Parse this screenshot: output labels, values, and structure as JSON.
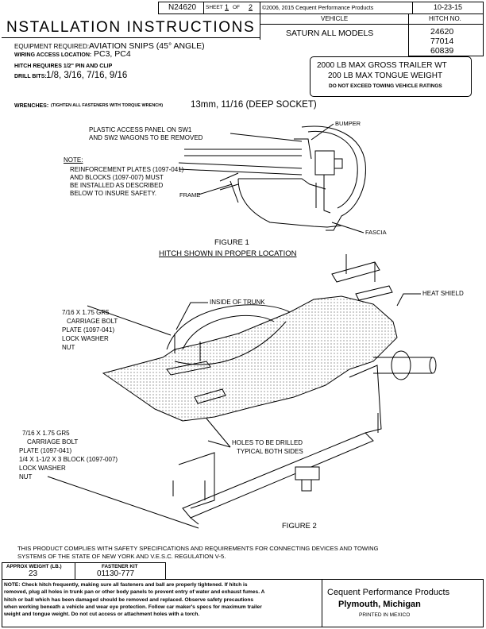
{
  "header": {
    "doc_number": "N24620",
    "sheet_label": "SHEET",
    "sheet_current": "1",
    "sheet_of_label": "OF",
    "sheet_total": "2",
    "copyright": "©2006, 2015 Cequent Performance Products",
    "date": "10-23-15",
    "title": "NSTALLATION INSTRUCTIONS",
    "vehicle_header": "VEHICLE",
    "hitch_header": "HITCH NO.",
    "vehicle": "SATURN ALL MODELS",
    "hitch_numbers": [
      "24620",
      "77014",
      "60839"
    ]
  },
  "requirements": {
    "equipment_label": "EQUIPMENT REQUIRED:",
    "equipment_value": "AVIATION SNIPS (45° ANGLE)",
    "wiring_label": "WIRING ACCESS LOCATION:",
    "wiring_value": "PC3, PC4",
    "pin_clip": "HITCH REQUIRES 1/2\" PIN AND CLIP",
    "drill_label": "DRILL BITS:",
    "drill_value": "1/8, 3/16, 7/16, 9/16",
    "wrenches_label": "WRENCHES:",
    "wrenches_note": "(TIGHTEN ALL FASTENERS WITH TORQUE WRENCH)",
    "wrenches_value": "13mm, 11/16 (DEEP SOCKET)"
  },
  "ratings": {
    "line1": "2000 LB MAX GROSS TRAILER WT",
    "line2": "200 LB MAX TONGUE WEIGHT",
    "line3": "DO NOT EXCEED TOWING VEHICLE RATINGS"
  },
  "figure1": {
    "panel_line1": "PLASTIC ACCESS PANEL ON SW1",
    "panel_line2": "AND SW2 WAGONS TO BE REMOVED",
    "bumper": "BUMPER",
    "note_label": "NOTE:",
    "note_lines": [
      "REINFORCEMENT PLATES (1097-041)",
      "AND BLOCKS (1097-007) MUST",
      "BE INSTALLED AS DESCRIBED",
      "BELOW TO INSURE SAFETY."
    ],
    "frame": "FRAME",
    "fascia": "FASCIA",
    "caption": "FIGURE 1",
    "subcaption": "HITCH SHOWN IN PROPER LOCATION"
  },
  "figure2": {
    "inside_trunk": "INSIDE OF TRUNK",
    "heat_shield": "HEAT SHIELD",
    "upper_parts": [
      "7/16 X 1.75 GR5",
      "CARRIAGE BOLT",
      "PLATE (1097-041)",
      "LOCK WASHER",
      "NUT"
    ],
    "lower_parts": [
      "7/16 X 1.75 GR5",
      "CARRIAGE BOLT",
      "PLATE (1097-041)",
      "1/4 X 1-1/2 X 3 BLOCK (1097-007)",
      "LOCK WASHER",
      "NUT"
    ],
    "holes_line1": "HOLES TO BE DRILLED",
    "holes_line2": "TYPICAL BOTH SIDES",
    "caption": "FIGURE 2"
  },
  "compliance": {
    "line1": "THIS PRODUCT COMPLIES WITH SAFETY SPECIFICATIONS AND REQUIREMENTS FOR CONNECTING DEVICES AND TOWING",
    "line2": "SYSTEMS OF THE STATE OF NEW YORK AND V.E.S.C. REGULATION V-5."
  },
  "footer": {
    "weight_label": "APPROX WEIGHT (LB.)",
    "weight_value": "23",
    "kit_label": "FASTENER KIT",
    "kit_value": "01130-777",
    "note_lines": [
      "NOTE: Check hitch frequently, making sure all fasteners and ball are properly tightened. If hitch is",
      "removed, plug all holes in trunk pan or other body panels to prevent entry of water and exhaust fumes. A",
      "hitch or ball which has been damaged should be removed and replaced. Observe safety precautions",
      "when working beneath a vehicle and wear eye protection. Follow car maker's specs for maximum trailer",
      "weight and tongue weight. Do not cut access or attachment holes with a torch."
    ],
    "company": "Cequent Performance Products",
    "city": "Plymouth, Michigan",
    "printed": "PRINTED IN MEXICO"
  }
}
